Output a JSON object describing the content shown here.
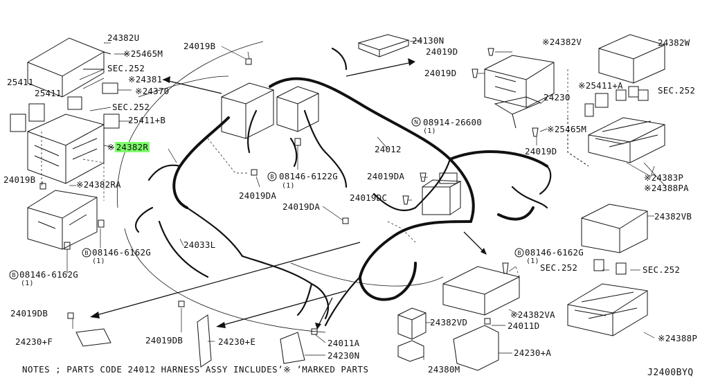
{
  "labels": {
    "l24382U": "24382U",
    "l25465M": "25465M",
    "lSEC252a": "SEC.252",
    "l24381": "24381",
    "l24370": "24370",
    "l25411a": "25411",
    "l25411b": "25411",
    "lSEC252b": "SEC.252",
    "l25411B": "25411+B",
    "l24382R": "24382R",
    "l24019Ba": "24019B",
    "l24382RA": "24382RA",
    "l08146a": "08146-6162G",
    "l08146a1": "(1)",
    "l08146b": "08146-6162G",
    "l08146b1": "(1)",
    "l24019DB": "24019DB",
    "l24230F": "24230+F",
    "l24019DBb": "24019DB",
    "l24230E": "24230+E",
    "l24033L": "24033L",
    "l24011A": "24011A",
    "l24230N": "24230N",
    "l24380M": "24380M",
    "l24019Bb": "24019B",
    "l24130N": "24130N",
    "l24019Da": "24019D",
    "l24019Db": "24019D",
    "l24382V": "24382V",
    "l24382W": "24382W",
    "l25411A": "25411+A",
    "lSEC252c": "SEC.252",
    "l24230": "24230",
    "l08914": "08914-26600",
    "l089141": "(1)",
    "l25465Mb": "25465M",
    "l24019Dc": "24019D",
    "l24012": "24012",
    "l08146c": "08146-6122G",
    "l08146c1": "(1)",
    "l24019DAa": "24019DA",
    "l24019DAb": "24019DA",
    "l24019DAc": "24019DA",
    "l24019DC": "24019DC",
    "l24383P": "24383P",
    "l24388PA": "24388PA",
    "l24382VB": "24382VB",
    "l08146d": "08146-6162G",
    "l08146d1": "(1)",
    "lSEC252d": "SEC.252",
    "lSEC252e": "SEC.252",
    "l24382VA": "24382VA",
    "l24382VD": "24382VD",
    "l24011D": "24011D",
    "l24230A": "24230+A",
    "l24388P": "24388P"
  },
  "notes": "NOTES ; PARTS CODE 24012 HARNESS ASSY INCLUDES’※ ’MARKED PARTS",
  "diagram_code": "J2400BYQ",
  "colors": {
    "highlight": "#7dff6a",
    "ink": "#111111"
  }
}
